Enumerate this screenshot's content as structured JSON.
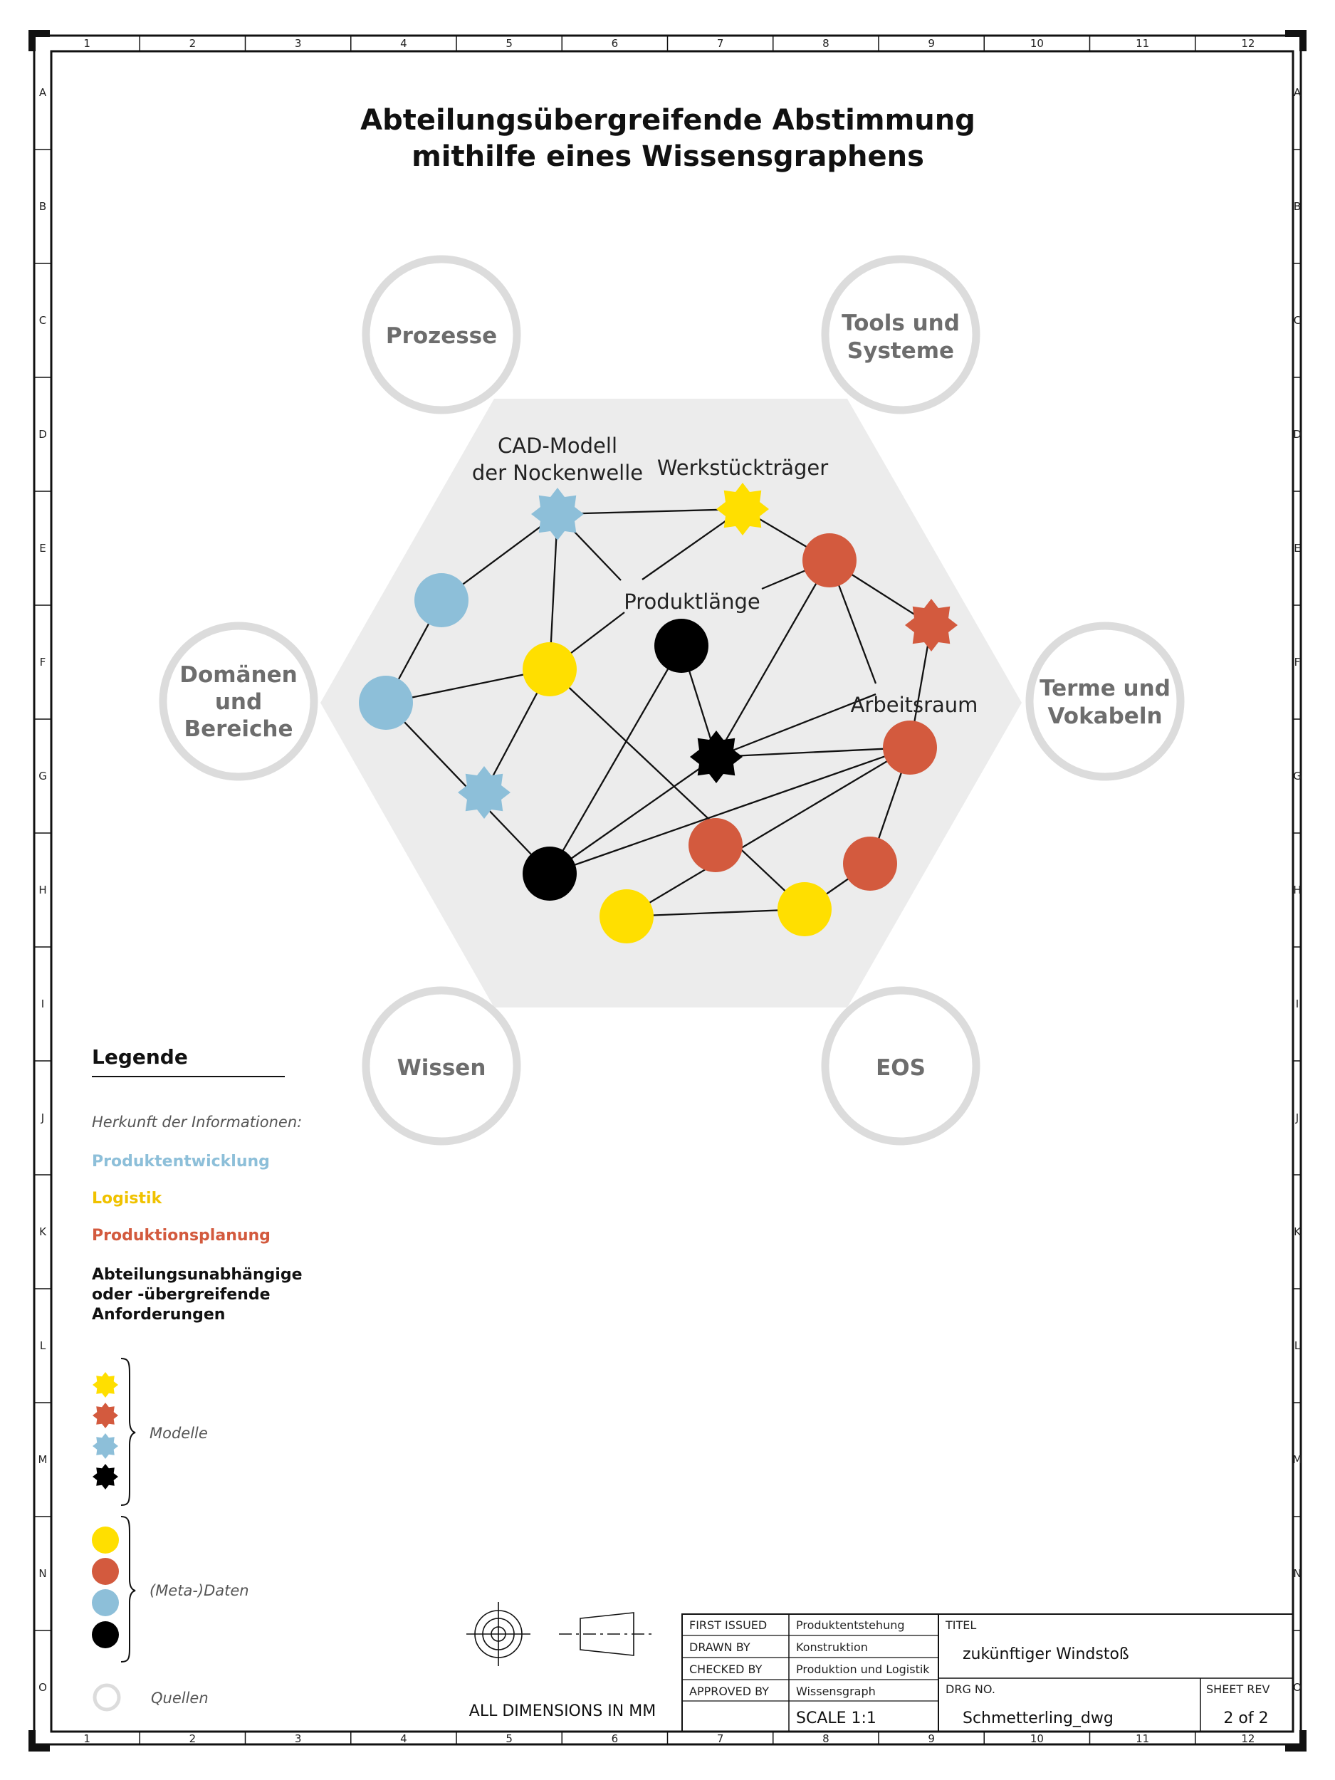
{
  "title": {
    "line1": "Abteilungsübergreifende Abstimmung",
    "line2": "mithilfe eines Wissensgraphens"
  },
  "colors": {
    "produktentwicklung": "#8dbfd9",
    "logistik": "#ffdf00",
    "produktionsplanung": "#d35a3e",
    "abteilungsunabhaengig": "#000000",
    "quellen": "#dcdcdc",
    "hexagon": "#ececec"
  },
  "sources": [
    {
      "id": "prozesse",
      "lines": [
        "Prozesse"
      ]
    },
    {
      "id": "tools",
      "lines": [
        "Tools und",
        "Systeme"
      ]
    },
    {
      "id": "domaenen",
      "lines": [
        "Domänen",
        "und",
        "Bereiche"
      ]
    },
    {
      "id": "terme",
      "lines": [
        "Terme und",
        "Vokabeln"
      ]
    },
    {
      "id": "wissen",
      "lines": [
        "Wissen"
      ]
    },
    {
      "id": "eos",
      "lines": [
        "EOS"
      ]
    }
  ],
  "node_labels": {
    "cad_line1": "CAD-Modell",
    "cad_line2": "der Nockenwelle",
    "werkstueck": "Werkstückträger",
    "produktlaenge": "Produktlänge",
    "arbeitsraum": "Arbeitsraum"
  },
  "graph": {
    "nodes": [
      {
        "id": "cad",
        "shape": "star",
        "origin": "produktentwicklung"
      },
      {
        "id": "wst",
        "shape": "star",
        "origin": "logistik"
      },
      {
        "id": "rtop",
        "shape": "circle",
        "origin": "produktionsplanung"
      },
      {
        "id": "rstar",
        "shape": "star",
        "origin": "produktionsplanung"
      },
      {
        "id": "bl1",
        "shape": "circle",
        "origin": "produktentwicklung"
      },
      {
        "id": "bl2",
        "shape": "circle",
        "origin": "produktentwicklung"
      },
      {
        "id": "ycen",
        "shape": "circle",
        "origin": "logistik"
      },
      {
        "id": "bk1",
        "shape": "circle",
        "origin": "abteilungsunabhaengig"
      },
      {
        "id": "bkstar",
        "shape": "star",
        "origin": "abteilungsunabhaengig"
      },
      {
        "id": "rar",
        "shape": "circle",
        "origin": "produktionsplanung"
      },
      {
        "id": "bstar2",
        "shape": "star",
        "origin": "produktentwicklung"
      },
      {
        "id": "bk2",
        "shape": "circle",
        "origin": "abteilungsunabhaengig"
      },
      {
        "id": "rmid",
        "shape": "circle",
        "origin": "produktionsplanung"
      },
      {
        "id": "rbr",
        "shape": "circle",
        "origin": "produktionsplanung"
      },
      {
        "id": "yb1",
        "shape": "circle",
        "origin": "logistik"
      },
      {
        "id": "yb2",
        "shape": "circle",
        "origin": "logistik"
      }
    ],
    "edges": [
      [
        "cad",
        "wst"
      ],
      [
        "cad",
        "bl1"
      ],
      [
        "cad",
        "ycen"
      ],
      [
        "cad",
        "plabel"
      ],
      [
        "wst",
        "plabel"
      ],
      [
        "wst",
        "rtop"
      ],
      [
        "plabel",
        "rtop"
      ],
      [
        "rtop",
        "rstar"
      ],
      [
        "rtop",
        "alabel"
      ],
      [
        "rtop",
        "bkstar"
      ],
      [
        "rstar",
        "rar"
      ],
      [
        "bl1",
        "bl2"
      ],
      [
        "bl2",
        "ycen"
      ],
      [
        "bl2",
        "bk2"
      ],
      [
        "ycen",
        "plabel"
      ],
      [
        "ycen",
        "bstar2"
      ],
      [
        "ycen",
        "yb2"
      ],
      [
        "bk1",
        "bk2"
      ],
      [
        "bk1",
        "bkstar"
      ],
      [
        "bkstar",
        "rar"
      ],
      [
        "bkstar",
        "bk2"
      ],
      [
        "bkstar",
        "alabel"
      ],
      [
        "bk2",
        "rar"
      ],
      [
        "rar",
        "rbr"
      ],
      [
        "rar",
        "yb1"
      ],
      [
        "rbr",
        "yb2"
      ],
      [
        "yb1",
        "yb2"
      ]
    ]
  },
  "legend": {
    "heading": "Legende",
    "subheading": "Herkunft der Informationen:",
    "items": [
      {
        "label": "Produktentwicklung",
        "color": "#8dbfd9"
      },
      {
        "label": "Logistik",
        "color": "#f0c200"
      },
      {
        "label": "Produktionsplanung",
        "color": "#d35a3e"
      }
    ],
    "black_item_lines": [
      "Abteilungsunabhängige",
      "oder -übergreifende",
      "Anforderungen"
    ],
    "models_label": "Modelle",
    "data_label": "(Meta-)Daten",
    "sources_label": "Quellen"
  },
  "ruler": {
    "columns": [
      "1",
      "2",
      "3",
      "4",
      "5",
      "6",
      "7",
      "8",
      "9",
      "10",
      "11",
      "12"
    ],
    "rows": [
      "A",
      "B",
      "C",
      "D",
      "E",
      "F",
      "G",
      "H",
      "I",
      "J",
      "K",
      "L",
      "M",
      "N",
      "O"
    ]
  },
  "title_block": {
    "all_dimensions": "ALL DIMENSIONS IN MM",
    "rows": [
      {
        "label": "FIRST ISSUED",
        "value": "Produktentstehung"
      },
      {
        "label": "DRAWN BY",
        "value": "Konstruktion"
      },
      {
        "label": "CHECKED BY",
        "value": "Produktion und Logistik"
      },
      {
        "label": "APPROVED BY",
        "value": "Wissensgraph"
      }
    ],
    "scale": "SCALE 1:1",
    "titel_label": "TITEL",
    "titel_value": "zukünftiger Windstoß",
    "drg_label": "DRG NO.",
    "drg_value": "Schmetterling_dwg",
    "sheet_label": "SHEET REV",
    "sheet_value": "2 of 2"
  }
}
